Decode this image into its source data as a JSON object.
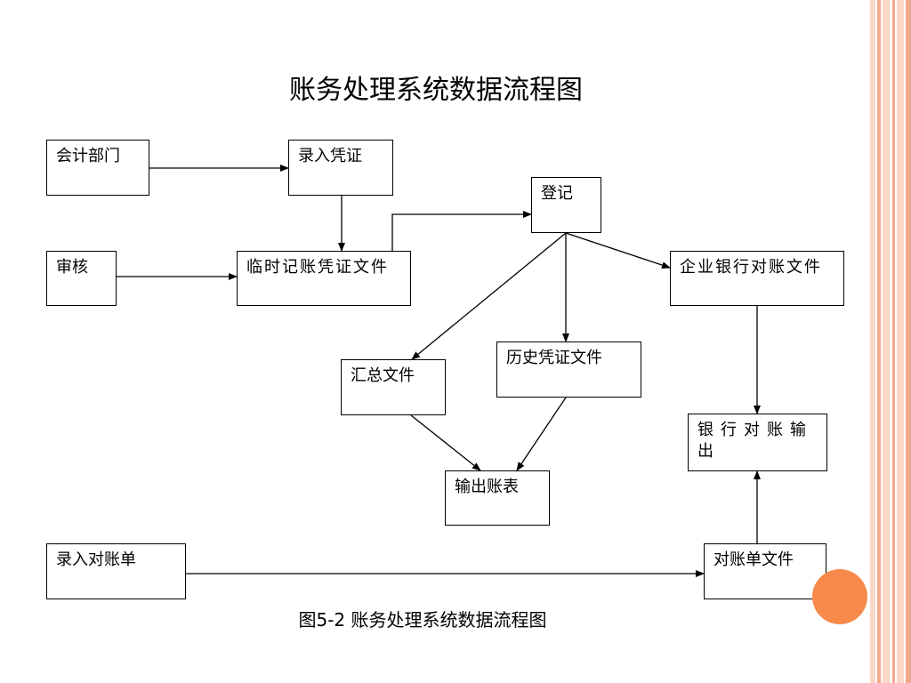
{
  "title": "账务处理系统数据流程图",
  "caption": "图5-2 账务处理系统数据流程图",
  "colors": {
    "stripe_light": "#fbd7c6",
    "stripe_dark": "#f3a98c",
    "accent_circle": "#f7894a",
    "line": "#000000"
  },
  "nodes": {
    "accounting_dept": "会计部门",
    "enter_voucher": "录入凭证",
    "register": "登记",
    "audit": "审核",
    "temp_voucher_file": "临时记账凭证文件",
    "enterprise_bank_file": "企业银行对账文件",
    "summary_file": "汇总文件",
    "history_voucher_file": "历史凭证文件",
    "bank_reconcile_output": "银行对账输出",
    "output_ledger": "输出账表",
    "enter_statement": "录入对账单",
    "statement_file": "对账单文件"
  },
  "edges": [
    {
      "from": "会计部门",
      "to": "录入凭证"
    },
    {
      "from": "录入凭证",
      "to": "临时记账凭证文件"
    },
    {
      "from": "审核",
      "to": "临时记账凭证文件"
    },
    {
      "from": "临时记账凭证文件",
      "to": "登记"
    },
    {
      "from": "登记",
      "to": "汇总文件"
    },
    {
      "from": "登记",
      "to": "历史凭证文件"
    },
    {
      "from": "登记",
      "to": "企业银行对账文件"
    },
    {
      "from": "汇总文件",
      "to": "输出账表"
    },
    {
      "from": "历史凭证文件",
      "to": "输出账表"
    },
    {
      "from": "企业银行对账文件",
      "to": "银行对账输出"
    },
    {
      "from": "对账单文件",
      "to": "银行对账输出"
    },
    {
      "from": "录入对账单",
      "to": "对账单文件"
    }
  ]
}
